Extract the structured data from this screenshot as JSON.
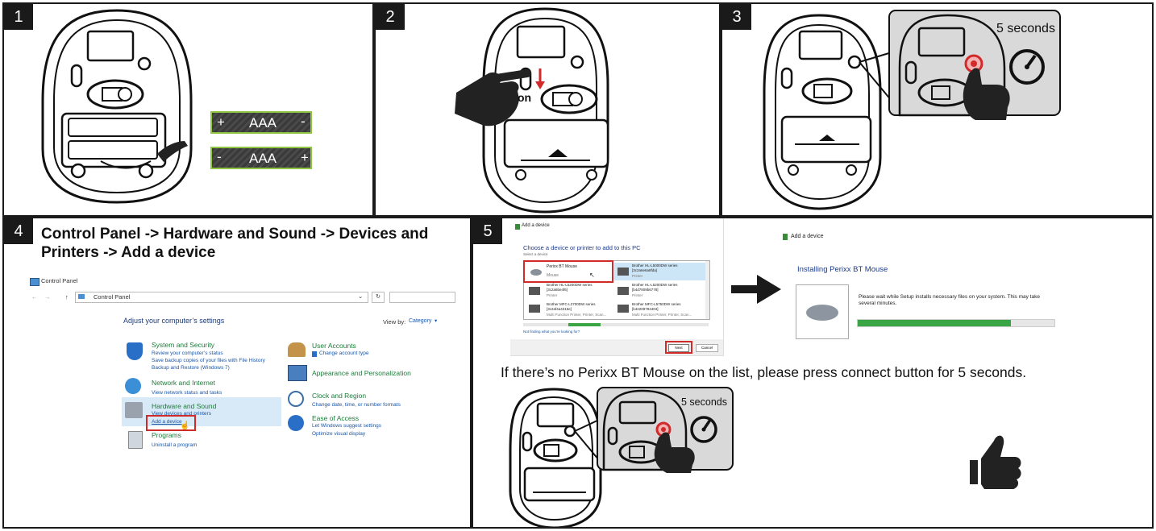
{
  "steps": [
    {
      "number": "1"
    },
    {
      "number": "2",
      "switch_label": "on"
    },
    {
      "number": "3",
      "timer_label": "5 seconds"
    },
    {
      "number": "4",
      "title_line1": "Control Panel -> Hardware and Sound -> Devices and",
      "title_line2": "Printers -> Add a device"
    },
    {
      "number": "5"
    }
  ],
  "batteries": [
    {
      "type": "AAA",
      "left_sign": "+",
      "right_sign": "-"
    },
    {
      "type": "AAA",
      "left_sign": "-",
      "right_sign": "+"
    }
  ],
  "control_panel": {
    "window_title": "Control Panel",
    "breadcrumb": "Control Panel",
    "adjust_heading": "Adjust your computer’s settings",
    "view_by_label": "View by:",
    "view_by_value": "Category",
    "categories": [
      {
        "title": "System and Security",
        "links": [
          "Review your computer’s status",
          "Save backup copies of your files with File History",
          "Backup and Restore (Windows 7)"
        ]
      },
      {
        "title": "Network and Internet",
        "links": [
          "View network status and tasks"
        ]
      },
      {
        "title": "Hardware and Sound",
        "links": [
          "View devices and printers",
          "Add a device"
        ]
      },
      {
        "title": "Programs",
        "links": [
          "Uninstall a program"
        ]
      },
      {
        "title": "User Accounts",
        "links": [
          "Change account type"
        ]
      },
      {
        "title": "Appearance and Personalization",
        "links": []
      },
      {
        "title": "Clock and Region",
        "links": [
          "Change date, time, or number formats"
        ]
      },
      {
        "title": "Ease of Access",
        "links": [
          "Let Windows suggest settings",
          "Optimize visual display"
        ]
      }
    ]
  },
  "add_device": {
    "window_title": "Add a device",
    "prompt": "Choose a device or printer to add to this PC",
    "sub_prompt": "Select a device",
    "devices": [
      {
        "name": "Perixx BT Mouse",
        "type": "Mouse"
      },
      {
        "name": "Brother HL-L5000DW series",
        "id": "[3c2a6e6a8fda]",
        "type": "Printer"
      },
      {
        "name": "Brother HL-L5200DW series",
        "id": "[3c2a6be4f6]",
        "type": "Printer"
      },
      {
        "name": "Brother HL-L5200DW series",
        "id": "[b4d7809b6778]",
        "type": "Printer"
      },
      {
        "name": "Brother MFC-L2700DW series",
        "id": "[3c2af4a4316e]",
        "type": "Multi Function Printer, Printer, Scan..."
      },
      {
        "name": "Brother MFC-L5750DW series",
        "id": "[b42209794404]",
        "type": "Multi Function Printer, Printer, Scan..."
      }
    ],
    "not_found_link": "Not finding what you’re looking for?",
    "next_button": "Next",
    "cancel_button": "Cancel"
  },
  "installing": {
    "window_title": "Add a device",
    "heading": "Installing Perixx BT Mouse",
    "message": "Please wait while Setup installs necessary files on your system. This may take several minutes.",
    "progress": 0.78
  },
  "instruction": "If there’s no Perixx BT Mouse on the list, please press connect button for 5 seconds.",
  "step5_timer_label": "5 seconds",
  "colors": {
    "border": "#1a1a1a",
    "battery": "#3a3a3a",
    "battery_stroke": "#8fc63f",
    "accent_red": "#d12a2a",
    "progress": "#3aa544",
    "cp_green": "#1e7a3a",
    "link_blue": "#1a56a8"
  }
}
